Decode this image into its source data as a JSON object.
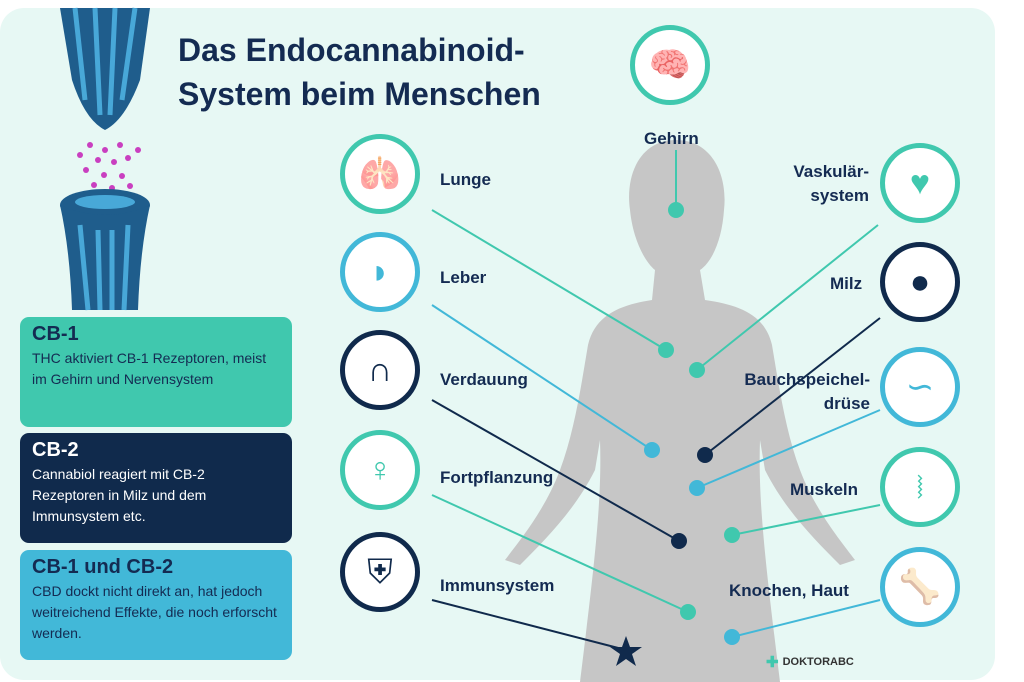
{
  "title": [
    "Das Endocannabinoid-",
    "System beim Menschen"
  ],
  "boxes": [
    {
      "title": "CB-1",
      "text": "THC aktiviert CB-1 Rezeptoren, meist im Gehirn und Nervensystem",
      "bg": "#40c8ae",
      "fg": "#142b52"
    },
    {
      "title": "CB-2",
      "text": "Cannabiol reagiert mit CB-2 Rezeptoren in Milz und dem Immunsystem etc.",
      "bg": "#102a4c",
      "fg": "#ffffff"
    },
    {
      "title": "CB-1 und CB-2",
      "text": "CBD dockt nicht direkt an, hat jedoch weitreichend Effekte, die noch erforscht werden.",
      "bg": "#42b8d8",
      "fg": "#142b52"
    }
  ],
  "organs": {
    "gehirn": "Gehirn",
    "lunge": "Lunge",
    "leber": "Leber",
    "verdauung": "Verdauung",
    "fortpflanzung": "Fortpflanzung",
    "immunsystem": "Immunsystem",
    "vaskular": [
      "Vaskulär-",
      "system"
    ],
    "milz": "Milz",
    "bauch": [
      "Bauchspeichel-",
      "drüse"
    ],
    "muskeln": "Muskeln",
    "knochen": "Knochen, Haut"
  },
  "colors": {
    "teal": "#40c8ae",
    "blue": "#42b8d8",
    "navy": "#102a4c",
    "body": "#c6c6c6"
  },
  "logo": "DOKTORABC"
}
